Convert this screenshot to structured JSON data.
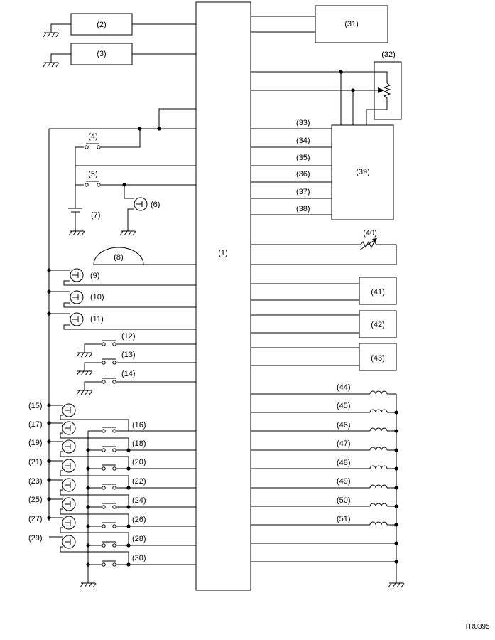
{
  "diagram": {
    "code": "TR0395",
    "labels": {
      "n1": "(1)",
      "n2": "(2)",
      "n3": "(3)",
      "n4": "(4)",
      "n5": "(5)",
      "n6": "(6)",
      "n7": "(7)",
      "n8": "(8)",
      "n9": "(9)",
      "n10": "(10)",
      "n11": "(11)",
      "n12": "(12)",
      "n13": "(13)",
      "n14": "(14)",
      "n15": "(15)",
      "n16": "(16)",
      "n17": "(17)",
      "n18": "(18)",
      "n19": "(19)",
      "n20": "(20)",
      "n21": "(21)",
      "n22": "(22)",
      "n23": "(23)",
      "n24": "(24)",
      "n25": "(25)",
      "n26": "(26)",
      "n27": "(27)",
      "n28": "(28)",
      "n29": "(29)",
      "n30": "(30)",
      "n31": "(31)",
      "n32": "(32)",
      "n33": "(33)",
      "n34": "(34)",
      "n35": "(35)",
      "n36": "(36)",
      "n37": "(37)",
      "n38": "(38)",
      "n39": "(39)",
      "n40": "(40)",
      "n41": "(41)",
      "n42": "(42)",
      "n43": "(43)",
      "n44": "(44)",
      "n45": "(45)",
      "n46": "(46)",
      "n47": "(47)",
      "n48": "(48)",
      "n49": "(49)",
      "n50": "(50)",
      "n51": "(51)"
    }
  }
}
